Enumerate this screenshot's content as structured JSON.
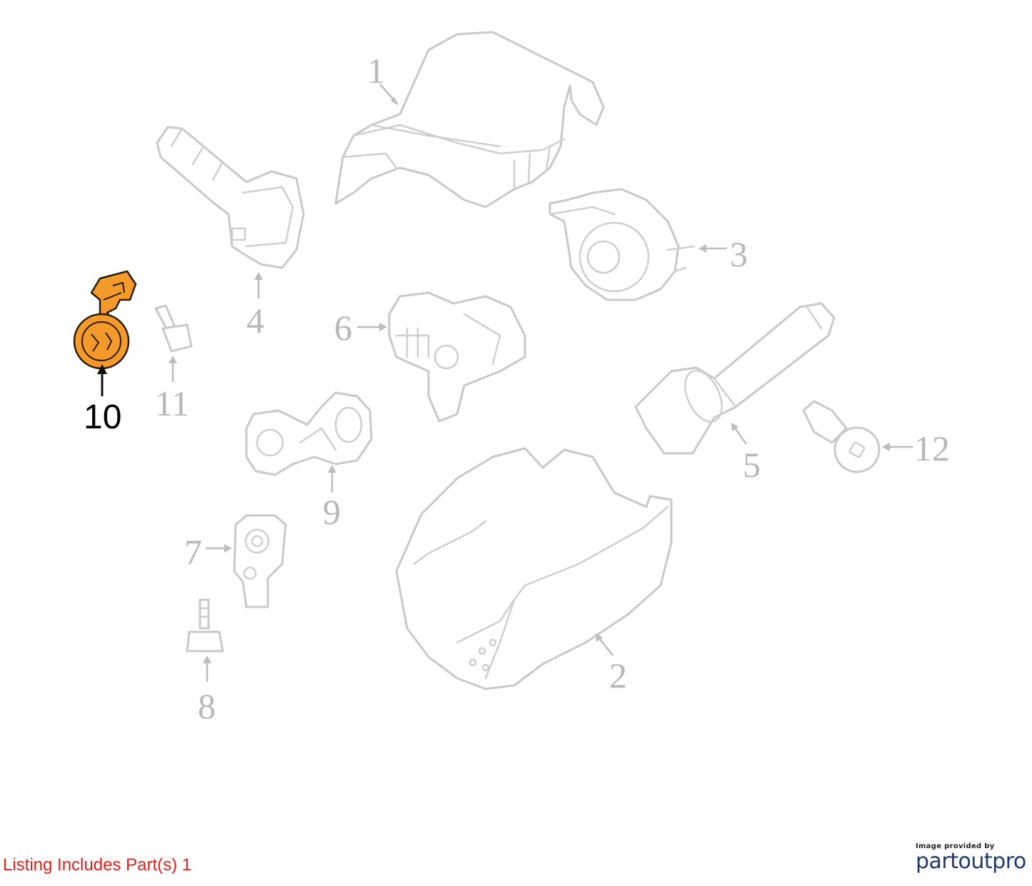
{
  "callouts": {
    "c1": "1",
    "c2": "2",
    "c3": "3",
    "c4": "4",
    "c5": "5",
    "c6": "6",
    "c7": "7",
    "c8": "8",
    "c9": "9",
    "c10": "10",
    "c11": "11",
    "c12": "12"
  },
  "highlighted_part": "10",
  "colors": {
    "highlight": "#f39a2b",
    "note": "#e0201d",
    "brand": "#1f3a6e"
  },
  "listing_note": "Listing Includes Part(s) 1",
  "credit": {
    "small": "Image provided by",
    "brand": "partoutpro"
  }
}
